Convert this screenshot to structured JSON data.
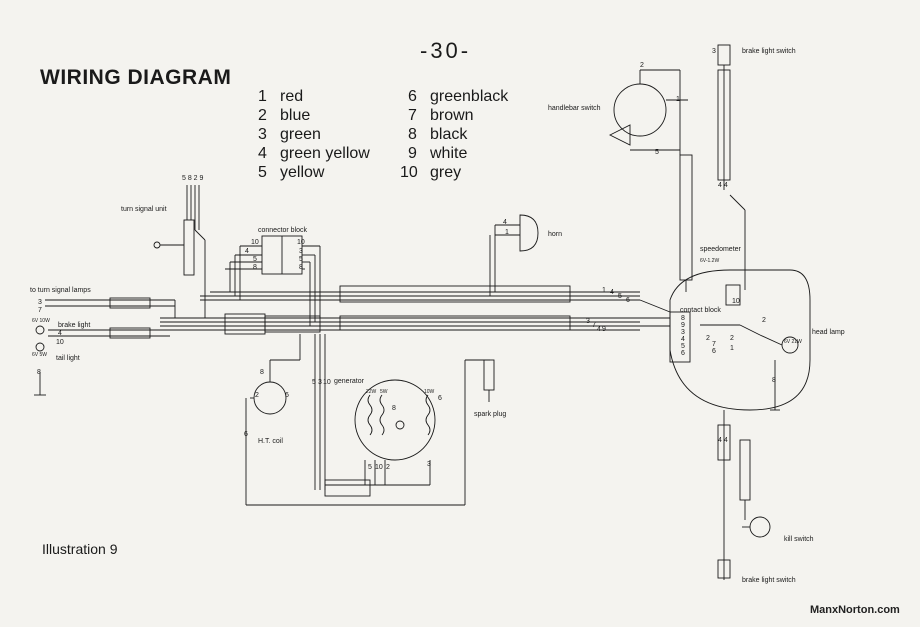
{
  "page_number": "-30-",
  "title": "WIRING DIAGRAM",
  "legend": [
    {
      "num": "1",
      "color": "red"
    },
    {
      "num": "2",
      "color": "blue"
    },
    {
      "num": "3",
      "color": "green"
    },
    {
      "num": "4",
      "color": "green yellow"
    },
    {
      "num": "5",
      "color": "yellow"
    },
    {
      "num": "6",
      "color": "greenblack"
    },
    {
      "num": "7",
      "color": "brown"
    },
    {
      "num": "8",
      "color": "black"
    },
    {
      "num": "9",
      "color": "white"
    },
    {
      "num": "10",
      "color": "grey"
    }
  ],
  "caption": "Illustration 9",
  "watermark": "ManxNorton.com",
  "components": {
    "turn_signal_unit": "turn signal unit",
    "turn_signal_wires": "5 8 2 9",
    "connector_block": "connector block",
    "to_turn_signal_lamps": "to turn signal lamps",
    "brake_light": "brake light",
    "tail_light": "tail light",
    "bulb_6v10w": "6V 10W",
    "bulb_6v5w": "6V 5W",
    "horn": "horn",
    "handlebar_switch": "handlebar switch",
    "brake_light_switch_top": "brake light switch",
    "brake_light_switch_bottom": "brake light switch",
    "speedometer": "speedometer",
    "speedometer_bulb": "6V-1.2W",
    "contact_block": "contact block",
    "head_lamp": "head lamp",
    "head_lamp_bulb": "6V 21W",
    "generator": "generator",
    "gen_22w": "22W",
    "gen_5w": "5W",
    "gen_10w": "10W",
    "ht_coil": "H.T. coil",
    "spark_plug": "spark plug",
    "kill_switch": "kill switch"
  },
  "wire_numbers": {
    "cb_left": [
      "10",
      "4",
      "5",
      "8"
    ],
    "cb_right": [
      "10",
      "3",
      "5",
      "8"
    ],
    "lamps_wires": [
      "3",
      "7"
    ],
    "brake_wires": [
      "4",
      "10"
    ],
    "tail_ground": "8",
    "horn_wires": [
      "4",
      "1"
    ],
    "main_right": [
      "1",
      "4",
      "5",
      "6"
    ],
    "main_right2": [
      "3",
      "7",
      "4",
      "9"
    ],
    "gen_feed": [
      "5",
      "3",
      "10"
    ],
    "gen_bottom": [
      "5",
      "10",
      "2"
    ],
    "gen_right": "3",
    "coil_wires": [
      "8",
      "2",
      "6"
    ],
    "coil_left": "6",
    "hb_switch": [
      "2",
      "1",
      "5"
    ],
    "brake_top": "3",
    "vert_44_top": "4 4",
    "vert_44_bottom": "4 4",
    "contact_nums": [
      "8",
      "9",
      "3",
      "4",
      "5",
      "6",
      "2",
      "7",
      "6",
      "2",
      "1"
    ],
    "speedo_10": "10",
    "headlamp_2": "2",
    "headlamp_8": "8",
    "gen_inner": [
      "8",
      "6"
    ]
  }
}
